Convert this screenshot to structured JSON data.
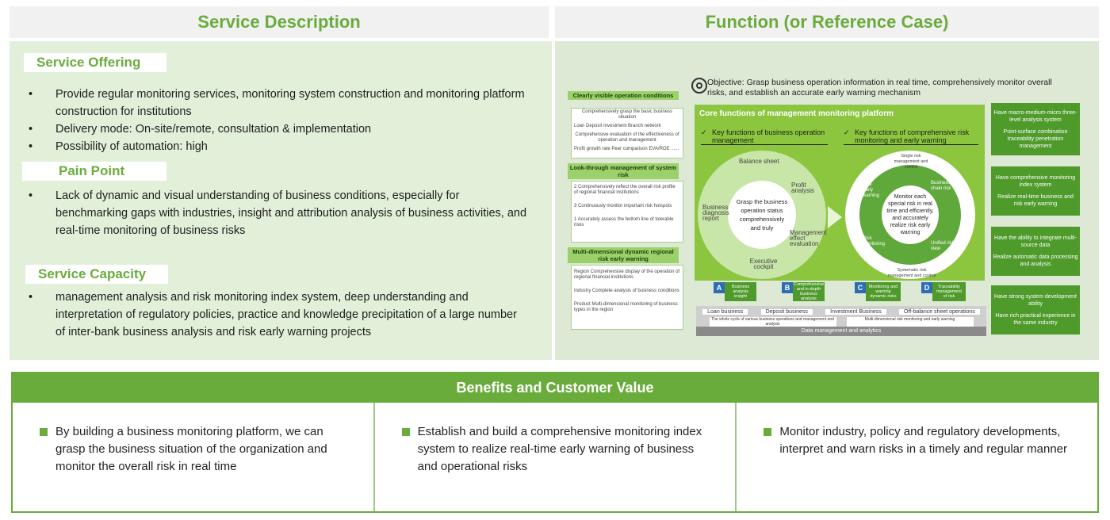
{
  "headers": {
    "left": "Service Description",
    "right": "Function (or Reference Case)"
  },
  "offering": {
    "title": "Service Offering",
    "bullets": [
      "Provide regular monitoring  services, monitoring system construction  and monitoring  platform  construction  for institutions",
      "Delivery mode: On-site/remote,  consultation & implementation",
      "Possibility of automation:  high"
    ]
  },
  "pain": {
    "title": "Pain Point",
    "bullets": [
      "Lack of dynamic  and visual understanding of business conditions, especially for benchmarking  gaps with industries, insight and attribution  analysis of business activities, and real-time monitoring  of business risks"
    ]
  },
  "capacity": {
    "title": "Service Capacity",
    "bullets": [
      "management analysis and risk monitoring  index system, deep understanding and interpretation of regulatory policies, practice and knowledge precipitation of a large number  of  inter-bank business analysis and risk early warning projects"
    ]
  },
  "diagram": {
    "objective": "Objective:   Grasp business operation information in real time, comprehensively monitor overall risks, and establish an accurate early warning mechanism",
    "core_title": "Core functions of management monitoring platform",
    "key1": "Key functions of business operation management",
    "key2": "Key functions of comprehensive risk monitoring and early warning",
    "left_ring": [
      "Balance sheet",
      "Profit analysis",
      "Management effect evaluation",
      "Executive cockpit",
      "Business diagnosis report"
    ],
    "left_center": "Grasp the business operation status comprehensively and truly",
    "right_center": "Monitor each special risk in real time and efficiently, and accurately realize risk early warning",
    "right_ring": [
      "Single risk management and control",
      "Business chain risk",
      "Unified risk view",
      "Systematic risk management and control",
      "Risk early warning",
      "Risk monitoring"
    ],
    "sections": [
      {
        "title": "Clearly visible operation conditions",
        "lines": [
          "Comprehensively grasp the basic business situation",
          "Loan   Deposit   Investment   Branch network",
          "Comprehensive evaluation of the effectiveness of operation and management",
          "Profit growth rate   Peer comparison   EVA/ROE   ......"
        ]
      },
      {
        "title": "Look-through management of system risk",
        "lines": [
          "2  Comprehensively reflect the overall risk profile of regional financial institutions",
          "3  Continuously monitor important risk hotspots",
          "1  Accurately assess the bottom line of tolerable risks"
        ]
      },
      {
        "title": "Multi-dimensional dynamic regional risk early warning",
        "lines": [
          "Region  Comprehensive display of the operation of regional financial institutions",
          "Industry  Complete analysis of business conditions",
          "Product  Multi-dimensional monitoring of business types in the region"
        ]
      }
    ],
    "abcd": [
      {
        "letter": "A",
        "label": "Business analysis insight"
      },
      {
        "letter": "B",
        "label": "Comprehensive and in-depth business analysis"
      },
      {
        "letter": "C",
        "label": "Monitoring and warning dynamic risks"
      },
      {
        "letter": "D",
        "label": "Traceability management of risk"
      }
    ],
    "bottom_bar": [
      "Loan business",
      "Deposit business",
      "Investment Business",
      "Off-balance sheet operations"
    ],
    "bottom_sub": [
      "The whole cycle of various business operations and management and analysis",
      "Multi-dimensional risk monitoring and early warning"
    ],
    "data_bar": "Data management and analytics",
    "right_boxes": [
      [
        "Have macro-medium-micro three-level analysis system",
        "Point-surface combination traceability penetration management"
      ],
      [
        "Have comprehensive monitoring index system",
        "Realize real-time business and risk early warning"
      ],
      [
        "Have the ability to integrate multi-source data",
        "Realize automatic data processing and analysis"
      ],
      [
        "Have strong system development ability",
        "Have rich practical experience in the same industry"
      ]
    ]
  },
  "benefits": {
    "title": "Benefits and  Customer Value",
    "items": [
      "By building a business monitoring  platform,  we can grasp the business situation of the organization and monitor  the overall risk in real time",
      "Establish and build a comprehensive monitoring index system to realize real-time early warning of business and operational risks",
      "Monitor industry, policy and regulatory developments, interpret and warn risks in a timely and regular manner"
    ]
  },
  "colors": {
    "accent": "#6aac3c",
    "panel": "#e2efd9",
    "diagram_green": "#8cc63f"
  }
}
